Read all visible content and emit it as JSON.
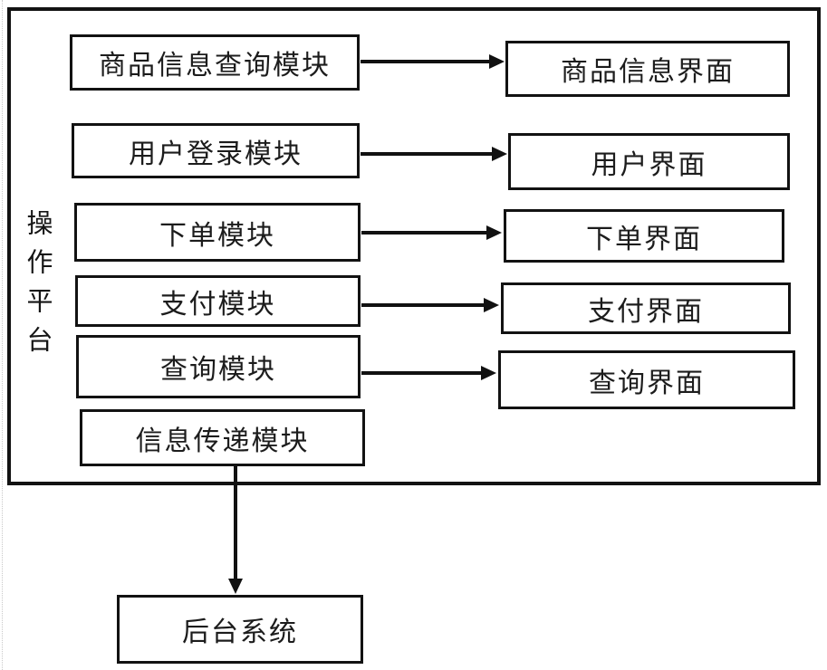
{
  "diagram": {
    "platform": {
      "label": "操作平台"
    },
    "modules": [
      {
        "label": "商品信息查询模块"
      },
      {
        "label": "用户登录模块"
      },
      {
        "label": "下单模块"
      },
      {
        "label": "支付模块"
      },
      {
        "label": "查询模块"
      },
      {
        "label": "信息传递模块"
      }
    ],
    "interfaces": [
      {
        "label": "商品信息界面"
      },
      {
        "label": "用户界面"
      },
      {
        "label": "下单界面"
      },
      {
        "label": "支付界面"
      },
      {
        "label": "查询界面"
      }
    ],
    "backend": {
      "label": "后台系统"
    },
    "connections": [
      {
        "from": "商品信息查询模块",
        "to": "商品信息界面"
      },
      {
        "from": "用户登录模块",
        "to": "用户界面"
      },
      {
        "from": "下单模块",
        "to": "下单界面"
      },
      {
        "from": "支付模块",
        "to": "支付界面"
      },
      {
        "from": "查询模块",
        "to": "查询界面"
      },
      {
        "from": "信息传递模块",
        "to": "后台系统"
      }
    ],
    "colors": {
      "line": "#111111",
      "background": "#ffffff",
      "text": "#1c1c1c"
    }
  }
}
